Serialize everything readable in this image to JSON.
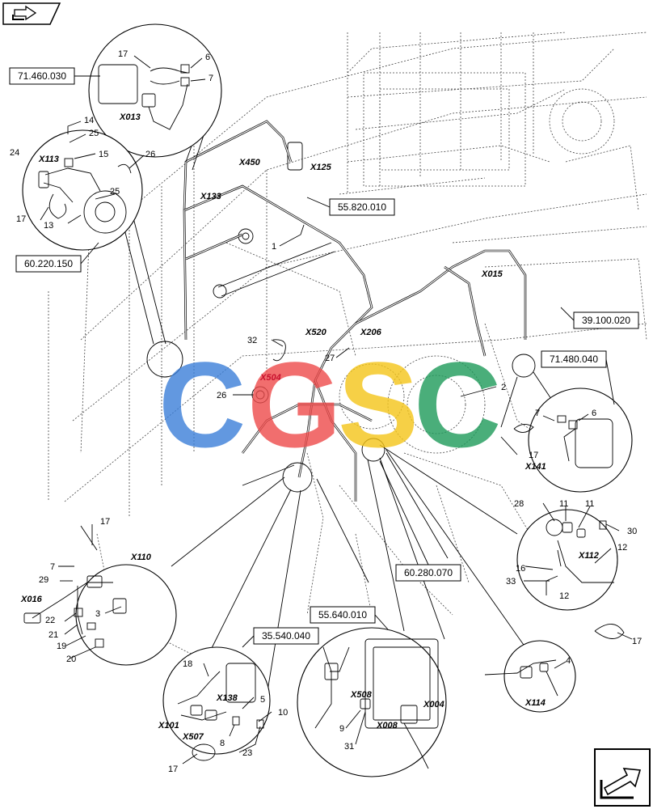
{
  "reference_boxes": [
    {
      "id": "ref-71460030",
      "text": "71.460.030"
    },
    {
      "id": "ref-55820010",
      "text": "55.820.010"
    },
    {
      "id": "ref-60220150",
      "text": "60.220.150"
    },
    {
      "id": "ref-39100020",
      "text": "39.100.020"
    },
    {
      "id": "ref-71480040",
      "text": "71.480.040"
    },
    {
      "id": "ref-60280070",
      "text": "60.280.070"
    },
    {
      "id": "ref-55640010",
      "text": "55.640.010"
    },
    {
      "id": "ref-35540040",
      "text": "35.540.040"
    }
  ],
  "connectors": {
    "x013": "X013",
    "x113": "X113",
    "x450": "X450",
    "x125": "X125",
    "x133": "X133",
    "x015": "X015",
    "x520": "X520",
    "x206": "X206",
    "x504": "X504",
    "x141": "X141",
    "x110": "X110",
    "x016": "X016",
    "x112": "X112",
    "x114": "X114",
    "x138": "X138",
    "x101": "X101",
    "x507": "X507",
    "x508": "X508",
    "x004": "X004",
    "x008": "X008"
  },
  "callouts": {
    "c17a": "17",
    "c6a": "6",
    "c7a": "7",
    "c14": "14",
    "c25a": "25",
    "c15": "15",
    "c24": "24",
    "c26a": "26",
    "c25b": "25",
    "c17b": "17",
    "c13": "13",
    "c1": "1",
    "c32": "32",
    "c27": "27",
    "c26b": "26",
    "c2": "2",
    "c7b": "7",
    "c6b": "6",
    "c17c": "17",
    "c17d": "17",
    "c7c": "7",
    "c29": "29",
    "c3": "3",
    "c22": "22",
    "c21": "21",
    "c19": "19",
    "c20": "20",
    "c28": "28",
    "c11": "11",
    "c30": "30",
    "c12a": "12",
    "c16": "16",
    "c12b": "12",
    "c33": "33",
    "c4": "4",
    "c18": "18",
    "c5": "5",
    "c10": "10",
    "c8": "8",
    "c23": "23",
    "c17e": "17",
    "c9": "9",
    "c31": "31"
  },
  "watermark": {
    "letters": [
      "C",
      "G",
      "S",
      "C"
    ],
    "colors": [
      "#3b7fd9",
      "#ee4b4b",
      "#f5c518",
      "#1e9a5a"
    ]
  },
  "nav": {
    "top_icon": "previous-page-arrow-icon",
    "bottom_icon": "next-page-arrow-icon"
  }
}
